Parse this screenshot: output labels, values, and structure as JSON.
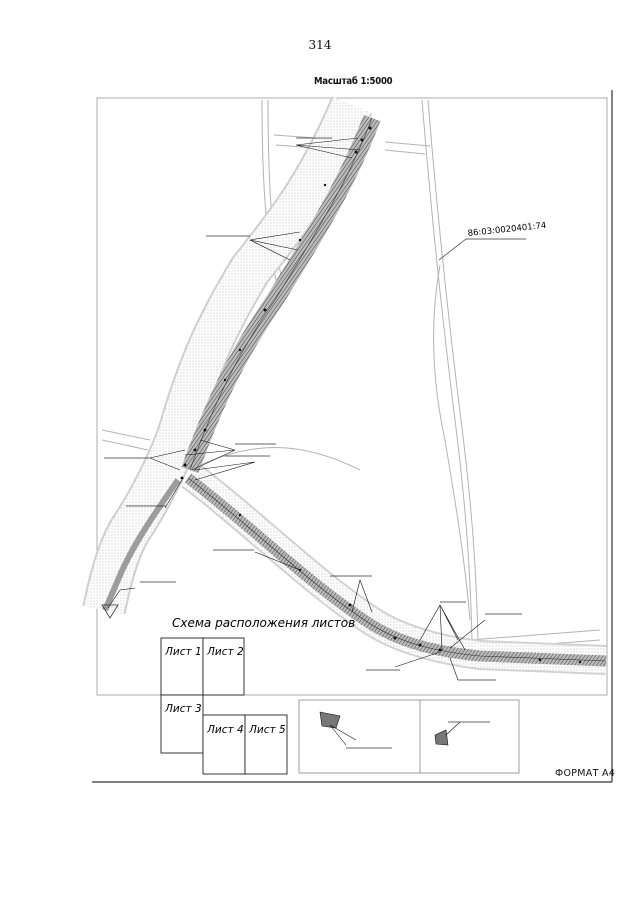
{
  "page": {
    "number": "314"
  },
  "map": {
    "scale_title": "Масштаб 1:5000",
    "parcel_label": "86:03:0020401:74",
    "format_label": "ФОРМАТ А4"
  },
  "sheet_layout": {
    "title": "Схема расположения листов",
    "sheets": [
      "Лист 1",
      "Лист 2",
      "Лист 3",
      "Лист 4",
      "Лист 5"
    ]
  },
  "colors": {
    "road": "#a6a6a6",
    "corridor": "#555555",
    "frame": "#333333"
  }
}
